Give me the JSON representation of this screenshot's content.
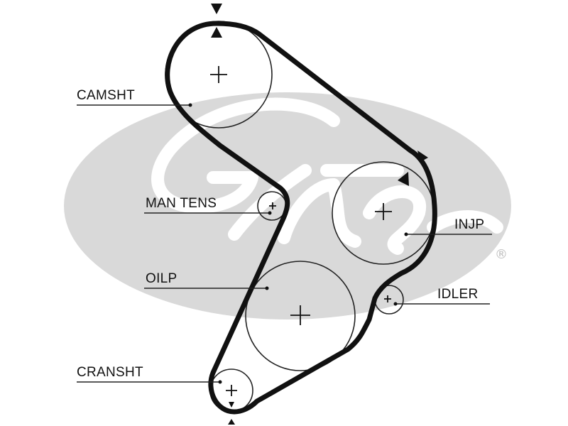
{
  "labels": {
    "camshaft": "CAMSHT",
    "manual_tensioner": "MAN TENS",
    "oil_pump": "OILP",
    "crankshaft": "CRANSHT",
    "injection_pump": "INJP",
    "idler": "IDLER"
  },
  "watermark": {
    "brand": "Gates",
    "registered_mark": "®"
  },
  "colors": {
    "belt": "#111111",
    "line": "#222222",
    "watermark": "#d9d9d9"
  }
}
